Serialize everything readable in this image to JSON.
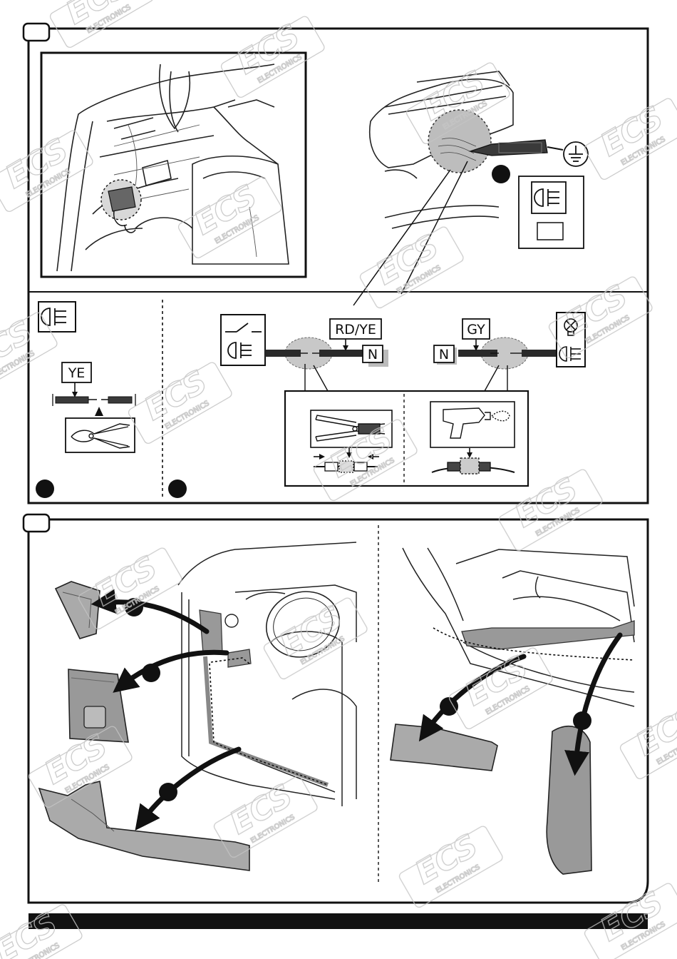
{
  "watermark": {
    "brand": "ECS",
    "sub": "ELECTRONICS"
  },
  "step1": {
    "wire_labels": {
      "ye": "YE",
      "rd_ye": "RD/YE",
      "gy": "GY",
      "n_left": "N",
      "n_right": "N"
    }
  },
  "icons": [
    "rear-fog-light-icon",
    "ground-icon",
    "switch-icon",
    "bulb-icon",
    "pliers-icon",
    "crimping-tool-icon",
    "heat-gun-icon",
    "arrow-icon"
  ]
}
